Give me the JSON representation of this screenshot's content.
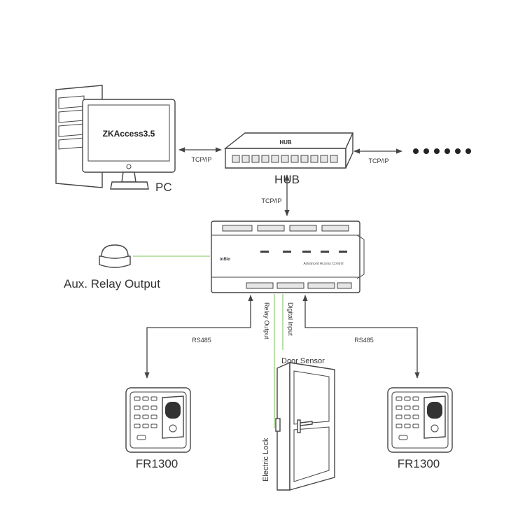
{
  "nodes": {
    "pc": {
      "label": "PC",
      "screen_text": "ZKAccess3.5"
    },
    "hub": {
      "label": "HUB",
      "brand": "HUB"
    },
    "relay": {
      "label": "Aux. Relay Output"
    },
    "controller": {
      "brand": "inBio",
      "model": "Advanced Access Control"
    },
    "reader_left": {
      "label": "FR1300"
    },
    "reader_right": {
      "label": "FR1300"
    },
    "door": {
      "sensor_label": "Door Sensor",
      "lock_label": "Electric Lock"
    }
  },
  "links": {
    "pc_hub": "TCP/IP",
    "hub_network": "TCP/IP",
    "hub_controller": "TCP/IP",
    "controller_reader_left": "RS485",
    "controller_reader_right": "RS485",
    "relay_output": "Relay Output",
    "digital_input": "Digital Input"
  },
  "colors": {
    "line": "#444444",
    "relay_wire": "#a9d98f",
    "text": "#333333"
  }
}
